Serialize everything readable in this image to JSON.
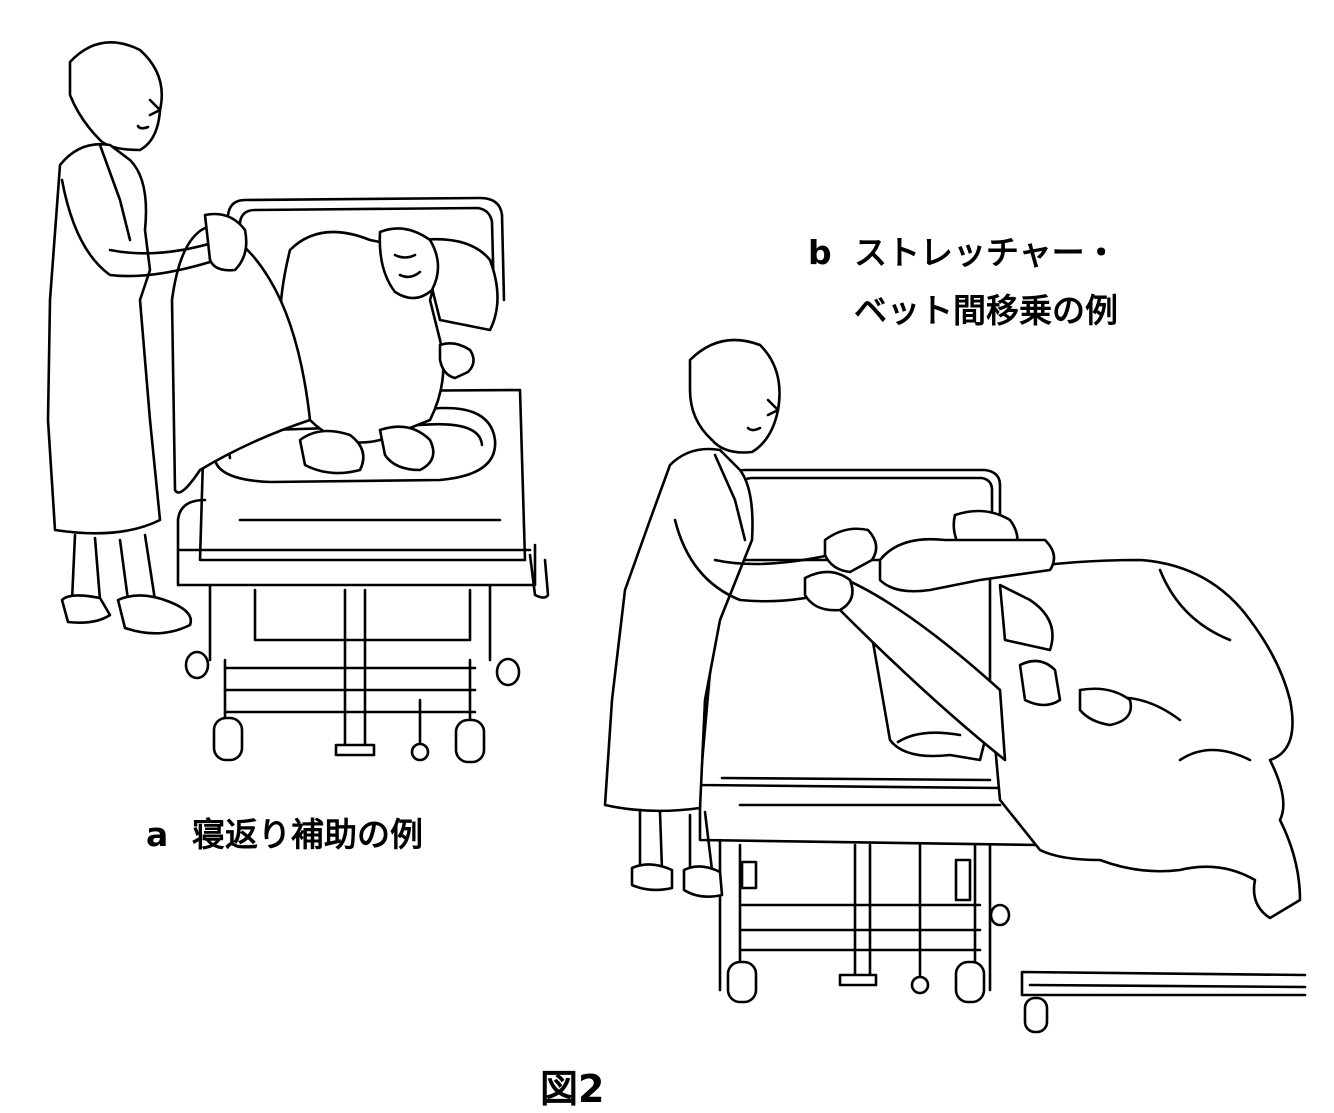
{
  "panel_a": {
    "letter": "a",
    "caption": "寝返り補助の例"
  },
  "panel_b": {
    "letter": "b",
    "caption_line1": "ストレッチャー・",
    "caption_line2": "ベット間移乗の例"
  },
  "figure_label": "図2"
}
